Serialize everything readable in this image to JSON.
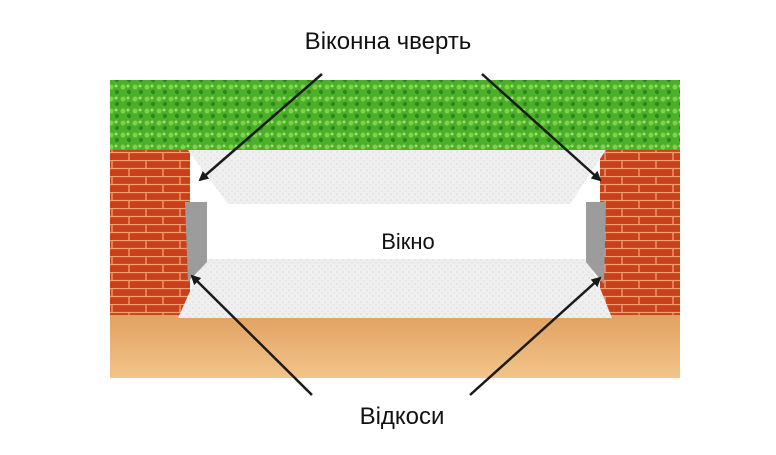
{
  "labels": {
    "window_quarter": "Віконна чверть",
    "window": "Вікно",
    "slopes": "Відкоси"
  },
  "colors": {
    "grass": "#4fb52a",
    "brick": "#c8401c",
    "mortar": "#e8a070",
    "plaster": "#eeeeee",
    "jamb": "#9c9c9c",
    "floor": "#e8b070",
    "arrow": "#1a1a1a"
  }
}
